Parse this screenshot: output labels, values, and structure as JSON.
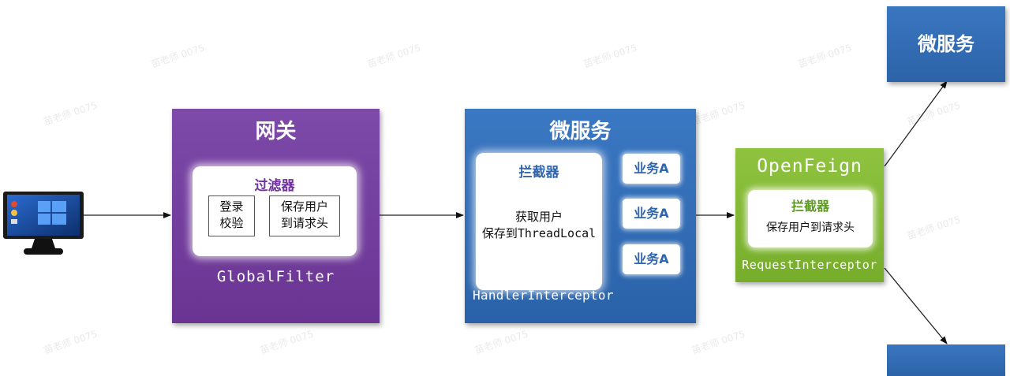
{
  "gateway": {
    "title": "网关",
    "filter_title": "过滤器",
    "filter_items": [
      {
        "line1": "登录",
        "line2": "校验"
      },
      {
        "line1": "保存用户",
        "line2": "到请求头"
      }
    ],
    "footer": "GlobalFilter",
    "color": "#7440a0"
  },
  "microservice": {
    "title": "微服务",
    "interceptor_title": "拦截器",
    "interceptor_lines": [
      "获取用户",
      "保存到ThreadLocal"
    ],
    "business": [
      "业务A",
      "业务A",
      "业务A"
    ],
    "footer": "HandlerInterceptor",
    "color": "#346fb8"
  },
  "openfeign": {
    "title": "OpenFeign",
    "interceptor_title": "拦截器",
    "interceptor_line": "保存用户到请求头",
    "footer": "RequestInterceptor",
    "color": "#82b835"
  },
  "services": {
    "top_label": "微服务"
  },
  "client": {
    "icon": "desktop-monitor-icon"
  },
  "watermark": "苗老师 0075"
}
